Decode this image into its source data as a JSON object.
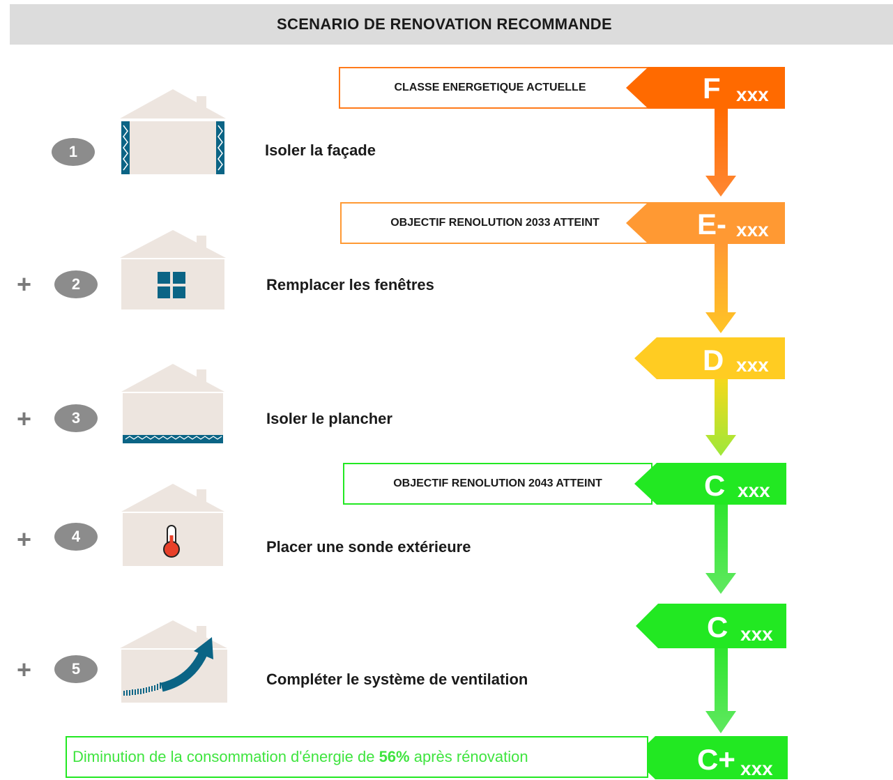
{
  "title": "SCENARIO DE RENOVATION RECOMMANDE",
  "steps": [
    {
      "number": "1",
      "plus": "",
      "label": "Isoler la façade",
      "icon": "house-facade-insulation-icon"
    },
    {
      "number": "2",
      "plus": "+",
      "label": "Remplacer les fenêtres",
      "icon": "house-windows-icon"
    },
    {
      "number": "3",
      "plus": "+",
      "label": "Isoler le plancher",
      "icon": "house-floor-insulation-icon"
    },
    {
      "number": "4",
      "plus": "+",
      "label": "Placer une sonde extérieure",
      "icon": "house-thermometer-icon"
    },
    {
      "number": "5",
      "plus": "+",
      "label": "Compléter le système de ventilation",
      "icon": "house-ventilation-icon"
    }
  ],
  "classes": [
    {
      "letter": "F",
      "value": "xxx",
      "color": "#ff6a00",
      "callout": "CLASSE ENERGETIQUE ACTUELLE",
      "callout_border": "#ff7a1a"
    },
    {
      "letter": "E-",
      "value": "xxx",
      "color": "#ff9933",
      "callout": "OBJECTIF RENOLUTION 2033 ATTEINT",
      "callout_border": "#ff9933"
    },
    {
      "letter": "D",
      "value": "xxx",
      "color": "#ffcc22",
      "callout": "",
      "callout_border": ""
    },
    {
      "letter": "C",
      "value": "xxx",
      "color": "#22e822",
      "callout": "OBJECTIF RENOLUTION 2043 ATTEINT",
      "callout_border": "#22e822"
    },
    {
      "letter": "C",
      "value": "xxx",
      "color": "#22e822",
      "callout": "",
      "callout_border": ""
    },
    {
      "letter": "C+",
      "value": "xxx",
      "color": "#22e822",
      "callout": "",
      "callout_border": ""
    }
  ],
  "summary": {
    "before": "Diminution de la consommation d'énergie de ",
    "percent": "56%",
    "after": " après rénovation"
  },
  "colors": {
    "step_circle": "#8c8c8c",
    "house_body": "#ede5df",
    "icon_blue": "#0b6485"
  }
}
